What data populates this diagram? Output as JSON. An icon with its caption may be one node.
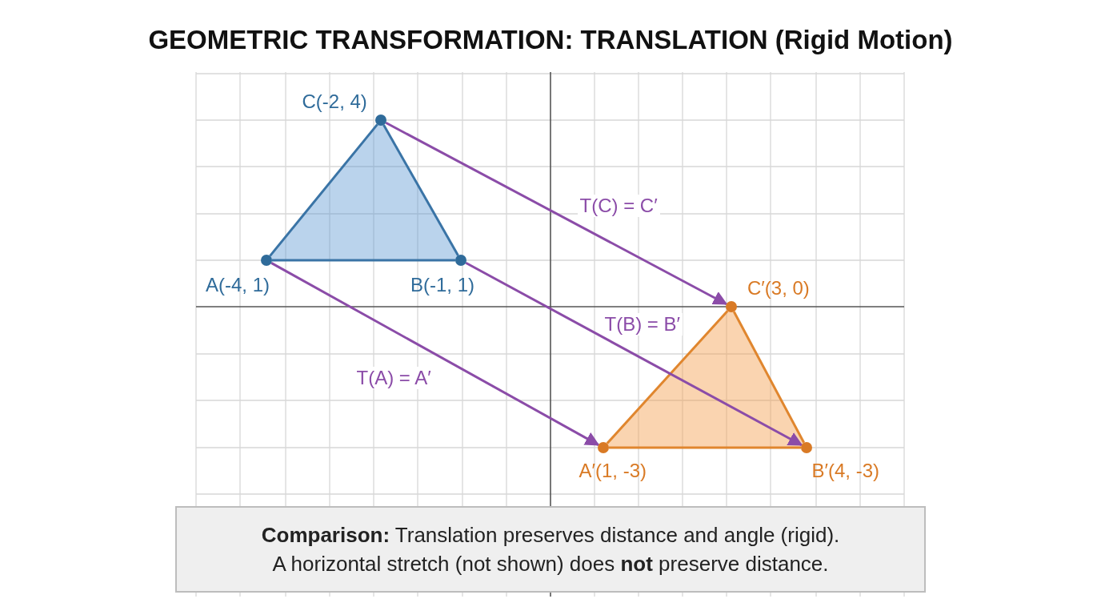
{
  "diagram": {
    "title": "GEOMETRIC TRANSFORMATION: TRANSLATION (Rigid Motion)",
    "nodes": [
      {
        "text": [
          "A(-4, 1)"
        ]
      },
      {
        "text": [
          "B(-1, 1)"
        ]
      },
      {
        "text": [
          "C(-2, 4)"
        ]
      },
      {
        "text": [
          "A′(1, -3)"
        ]
      },
      {
        "text": [
          "B′(4, -3)"
        ]
      },
      {
        "text": [
          "C′(3, 0)"
        ]
      },
      {
        "text": [
          "**Comparison:** Translation preserves distance and angle (rigid). A horizontal stretch (not shown) does **not** preserve distance."
        ]
      }
    ],
    "edges": [
      {
        "from": 0,
        "to": 1,
        "arrow": "none",
        "color": "#3a74a6"
      },
      {
        "from": 1,
        "to": 2,
        "arrow": "none",
        "color": "#3a74a6"
      },
      {
        "from": 2,
        "to": 0,
        "arrow": "none",
        "color": "#3a74a6"
      },
      {
        "from": 3,
        "to": 4,
        "arrow": "none",
        "color": "#e0862e"
      },
      {
        "from": 4,
        "to": 5,
        "arrow": "none",
        "color": "#e0862e"
      },
      {
        "from": 5,
        "to": 3,
        "arrow": "none",
        "color": "#e0862e"
      },
      {
        "from": 2,
        "to": 5,
        "arrow": "to",
        "label": "T(C) = C′",
        "color": "#8b4ca8"
      },
      {
        "from": 1,
        "to": 4,
        "arrow": "to",
        "label": "T(B) = B′",
        "color": "#8b4ca8"
      },
      {
        "from": 0,
        "to": 3,
        "arrow": "to",
        "label": "T(A) = A′",
        "color": "#8b4ca8"
      }
    ]
  }
}
